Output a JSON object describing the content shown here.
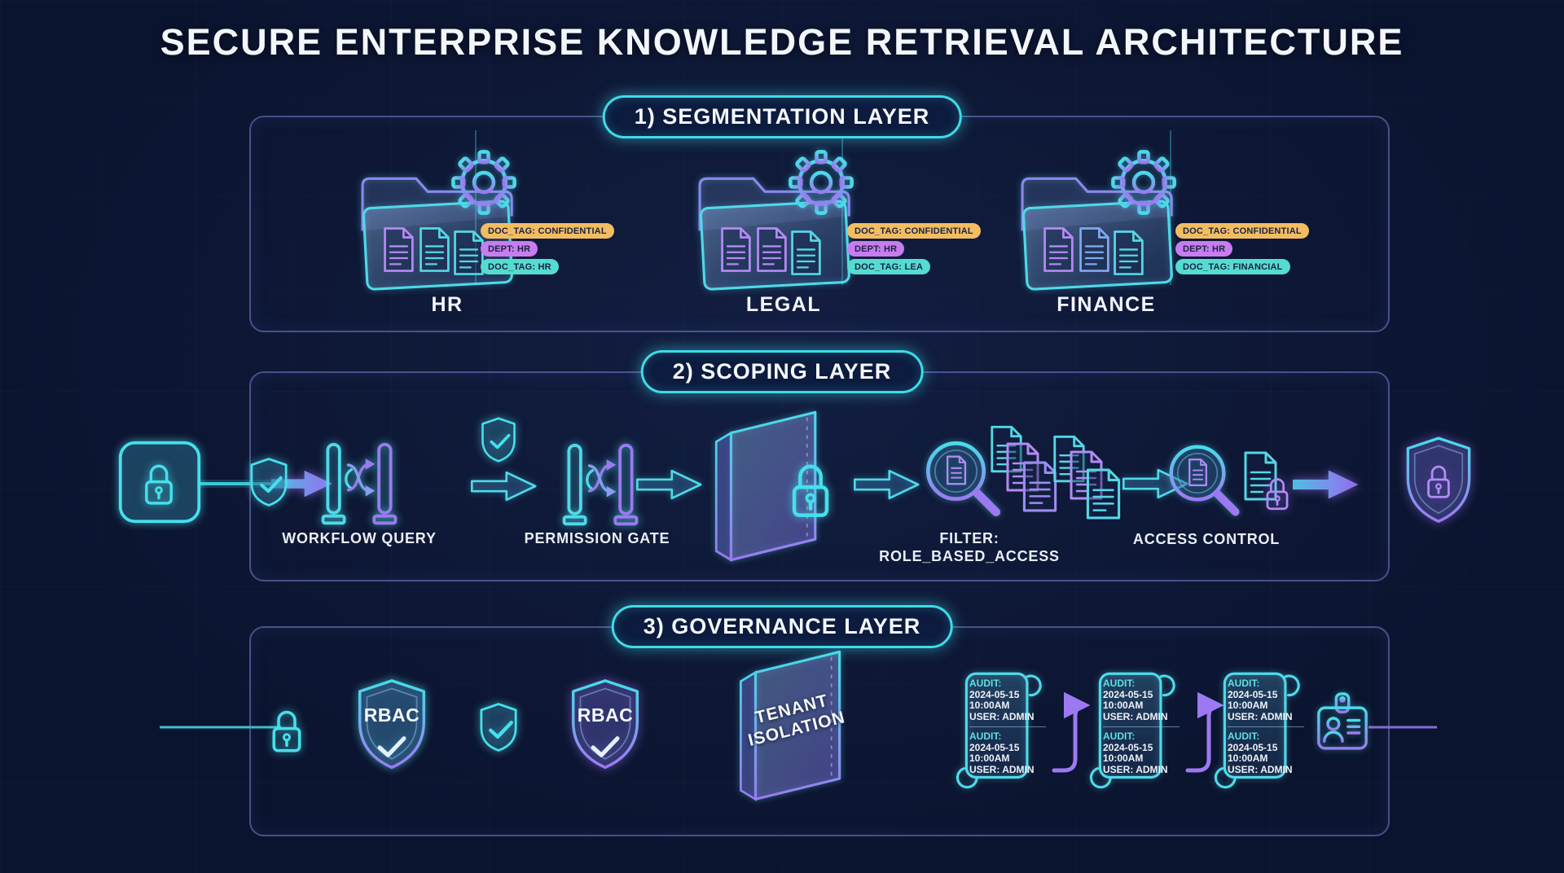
{
  "title": "SECURE ENTERPRISE KNOWLEDGE RETRIEVAL ARCHITECTURE",
  "colors": {
    "background": "#0b142f",
    "teal_accent": "#45dce8",
    "purple_accent": "#9c79f2",
    "tag_orange": "#f2bd62",
    "tag_purple": "#c77df0",
    "tag_teal": "#55dcd0",
    "text_white": "#f3f6fb"
  },
  "segmentation": {
    "heading": "1) SEGMENTATION LAYER",
    "folders": [
      {
        "name": "HR",
        "tags": [
          {
            "label": "DOC_TAG: CONFIDENTIAL",
            "color": "orange"
          },
          {
            "label": "DEPT: HR",
            "color": "purple"
          },
          {
            "label": "DOC_TAG: HR",
            "color": "teal"
          }
        ]
      },
      {
        "name": "LEGAL",
        "tags": [
          {
            "label": "DOC_TAG: CONFIDENTIAL",
            "color": "orange"
          },
          {
            "label": "DEPT: HR",
            "color": "purple"
          },
          {
            "label": "DOC_TAG: LEA",
            "color": "teal"
          }
        ]
      },
      {
        "name": "FINANCE",
        "tags": [
          {
            "label": "DOC_TAG: CONFIDENTIAL",
            "color": "orange"
          },
          {
            "label": "DEPT: HR",
            "color": "purple"
          },
          {
            "label": "DOC_TAG: FINANCIAL",
            "color": "teal"
          }
        ]
      }
    ]
  },
  "scoping": {
    "heading": "2) SCOPING LAYER",
    "labels": {
      "workflow_query": "WORKFLOW QUERY",
      "permission_gate": "PERMISSION GATE",
      "filter_line1": "FILTER:",
      "filter_line2": "ROLE_BASED_ACCESS",
      "access_control": "ACCESS CONTROL"
    }
  },
  "governance": {
    "heading": "3) GOVERNANCE LAYER",
    "rbac_label": "RBAC",
    "wall_label_line1": "TENANT",
    "wall_label_line2": "ISOLATION",
    "audit_scrolls": [
      {
        "entries": [
          {
            "heading": "AUDIT:",
            "date": "2024-05-15",
            "time": "10:00AM",
            "user": "USER: ADMIN"
          },
          {
            "heading": "AUDIT:",
            "date": "2024-05-15",
            "time": "10:00AM",
            "user": "USER: ADMIN"
          }
        ]
      },
      {
        "entries": [
          {
            "heading": "AUDIT:",
            "date": "2024-05-15",
            "time": "10:00AM",
            "user": "USER: ADMIN"
          },
          {
            "heading": "AUDIT:",
            "date": "2024-05-15",
            "time": "10:00AM",
            "user": "USER: ADMIN"
          }
        ]
      },
      {
        "entries": [
          {
            "heading": "AUDIT:",
            "date": "2024-05-15",
            "time": "10:00AM",
            "user": "USER: ADMIN"
          },
          {
            "heading": "AUDIT:",
            "date": "2024-05-15",
            "time": "10:00AM",
            "user": "USER: ADMIN"
          }
        ]
      }
    ]
  }
}
